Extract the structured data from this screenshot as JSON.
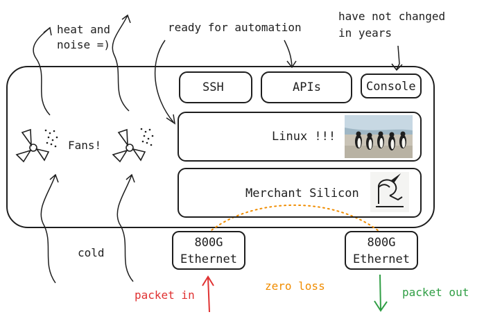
{
  "annotations": {
    "heat_noise": "heat and\nnoise =)",
    "ready_automation": "ready for automation",
    "unchanged": "have not changed\nin years",
    "fans": "Fans!",
    "cold": "cold",
    "packet_in": "packet in",
    "zero_loss": "zero loss",
    "packet_out": "packet out"
  },
  "switch": {
    "ssh": "SSH",
    "apis": "APIs",
    "console": "Console",
    "linux": "Linux !!!",
    "silicon": "Merchant Silicon"
  },
  "ports": {
    "left": "800G\nEthernet",
    "right": "800G\nEthernet"
  },
  "images": {
    "linux_image": "penguins-photo",
    "silicon_image": "unicorn-logo"
  },
  "colors": {
    "ink": "#1e1e1e",
    "packet_in": "#e03131",
    "packet_out": "#2f9e44",
    "zero_loss": "#f08c00"
  }
}
